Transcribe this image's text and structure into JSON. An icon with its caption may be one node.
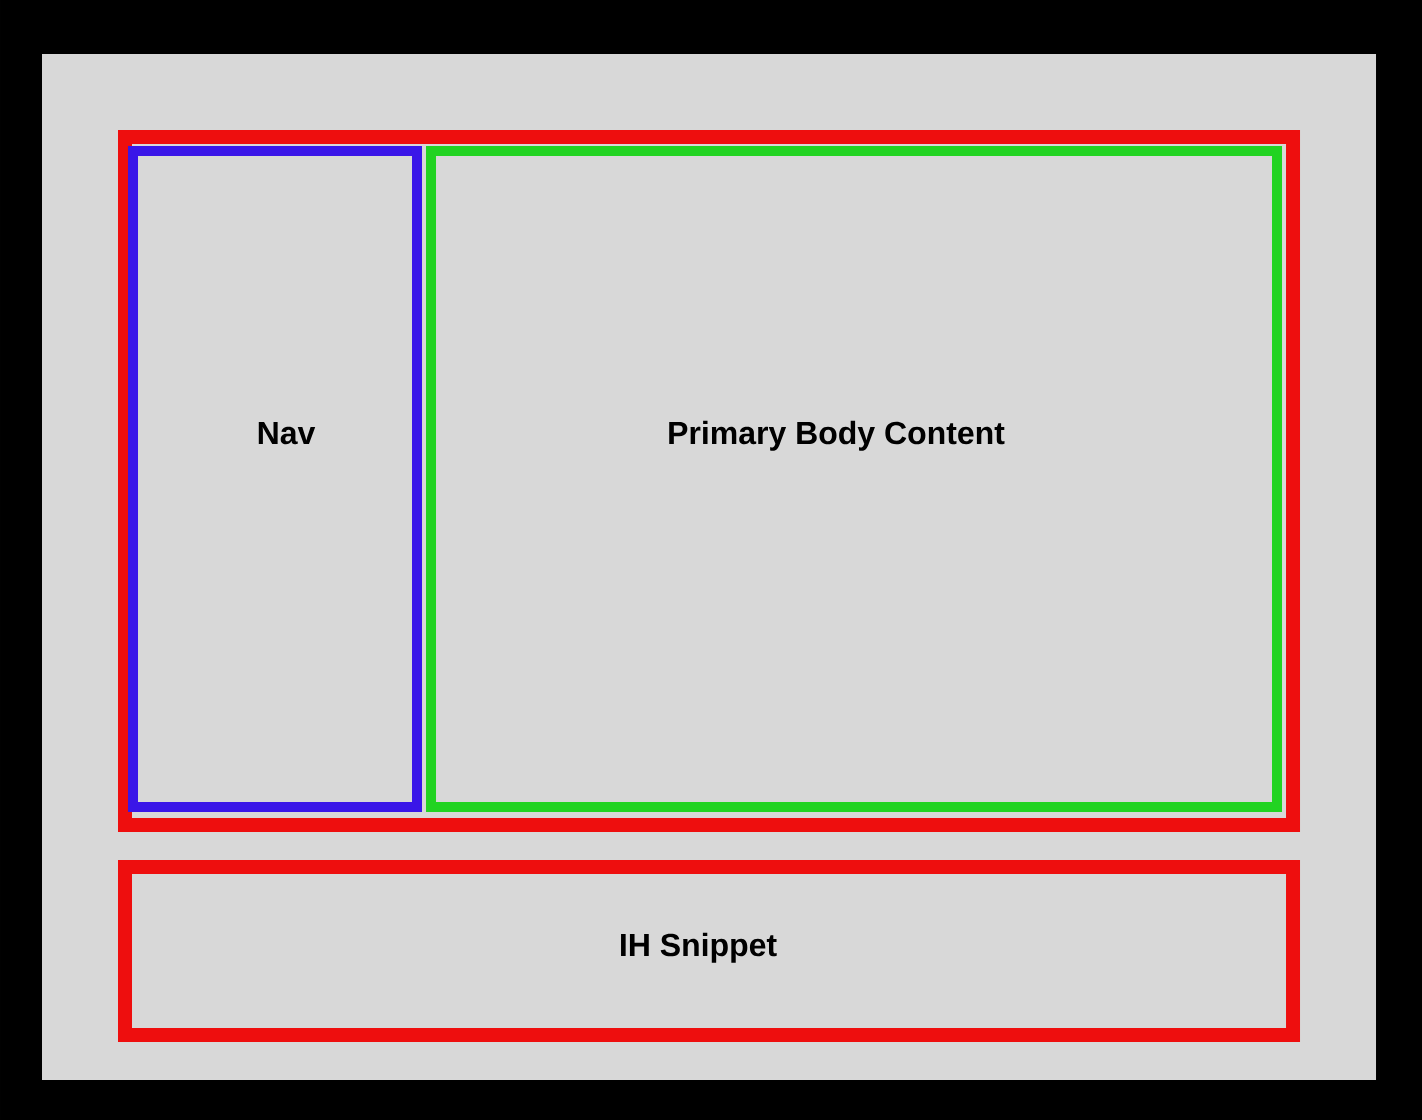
{
  "diagram": {
    "nodes": [
      {
        "text": [],
        "shape": "box"
      },
      {
        "text": [
          "Nav"
        ],
        "in": 0
      },
      {
        "text": [
          "Primary Body Content"
        ],
        "in": 0
      },
      {
        "text": [
          "IH Snippet"
        ]
      }
    ]
  }
}
